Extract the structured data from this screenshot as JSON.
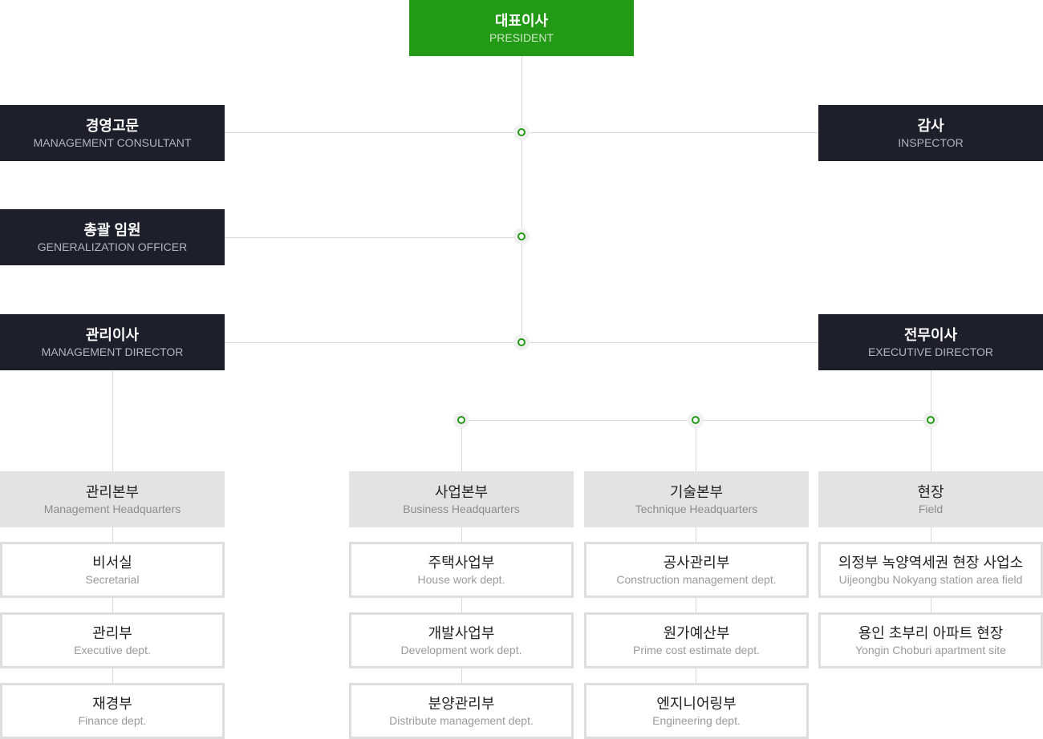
{
  "president": {
    "ko": "대표이사",
    "en": "PRESIDENT"
  },
  "consultant": {
    "ko": "경영고문",
    "en": "MANAGEMENT CONSULTANT"
  },
  "inspector": {
    "ko": "감사",
    "en": "INSPECTOR"
  },
  "general_officer": {
    "ko": "총괄 임원",
    "en": "GENERALIZATION OFFICER"
  },
  "mgmt_director": {
    "ko": "관리이사",
    "en": "MANAGEMENT DIRECTOR"
  },
  "exec_director": {
    "ko": "전무이사",
    "en": "EXECUTIVE DIRECTOR"
  },
  "headquarters": [
    {
      "ko": "관리본부",
      "en": "Management Headquarters",
      "depts": [
        {
          "ko": "비서실",
          "en": "Secretarial"
        },
        {
          "ko": "관리부",
          "en": "Executive dept."
        },
        {
          "ko": "재경부",
          "en": "Finance dept."
        }
      ]
    },
    {
      "ko": "사업본부",
      "en": "Business Headquarters",
      "depts": [
        {
          "ko": "주택사업부",
          "en": "House work dept."
        },
        {
          "ko": "개발사업부",
          "en": "Development work dept."
        },
        {
          "ko": "분양관리부",
          "en": "Distribute management dept."
        }
      ]
    },
    {
      "ko": "기술본부",
      "en": "Technique Headquarters",
      "depts": [
        {
          "ko": "공사관리부",
          "en": "Construction management dept."
        },
        {
          "ko": "원가예산부",
          "en": "Prime cost estimate dept."
        },
        {
          "ko": "엔지니어링부",
          "en": "Engineering dept."
        }
      ]
    },
    {
      "ko": "현장",
      "en": "Field",
      "depts": [
        {
          "ko": "의정부 녹양역세권 현장 사업소",
          "en": "Uijeongbu Nokyang station area field"
        },
        {
          "ko": "용인 초부리 아파트 현장",
          "en": "Yongin Choburi apartment site"
        }
      ]
    }
  ],
  "colors": {
    "accent": "#229a16",
    "executive_bg": "#1d1f2b",
    "hq_bg": "#e3e3e3",
    "line": "#d9d9d9"
  }
}
